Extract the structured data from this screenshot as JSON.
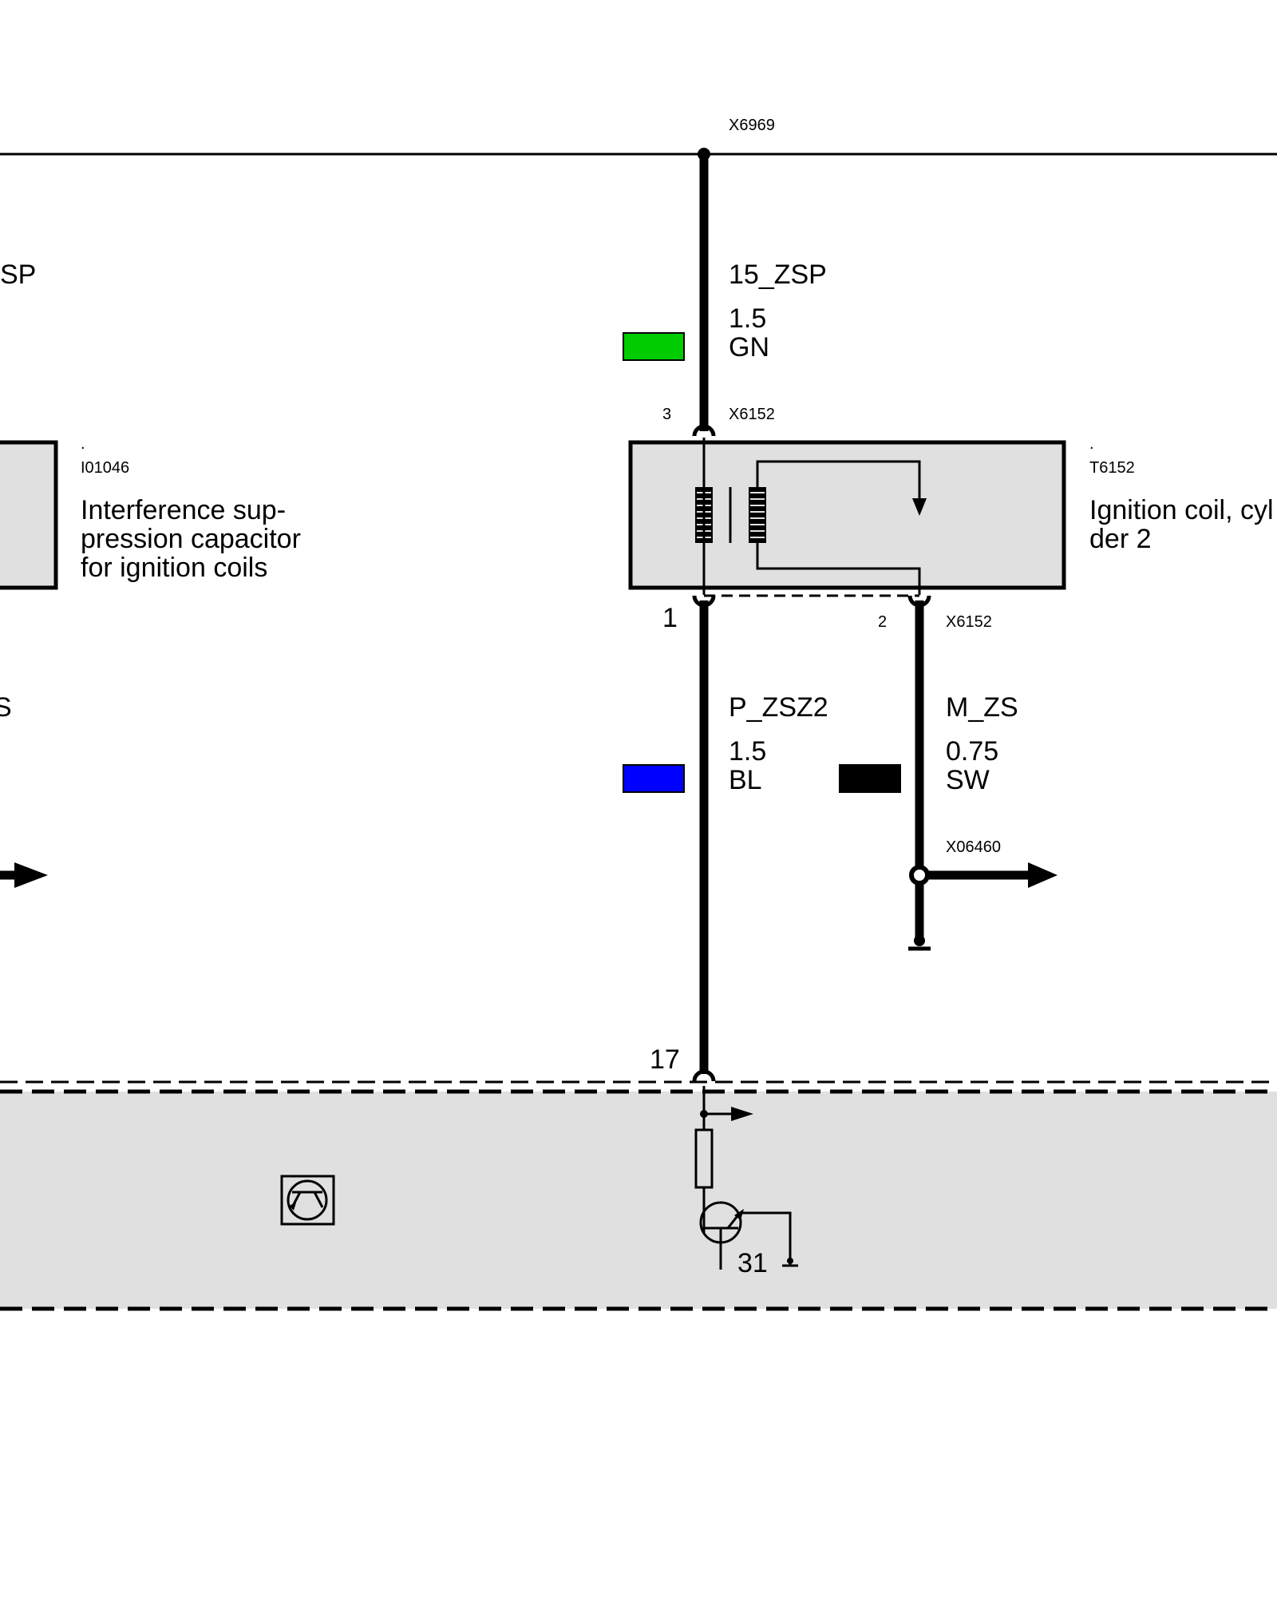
{
  "colors": {
    "GN": "#00cc00",
    "BL": "#0000ff",
    "SW": "#000000",
    "component_fill": "#e0e0e0"
  },
  "bus": {
    "connector": "X6969"
  },
  "left_partial": {
    "signal_top": "SP",
    "signal_bottom": "S",
    "component_dot": ".",
    "component_id": "I01046",
    "component_name_lines": [
      "Interference sup-",
      "pression capacitor",
      "for ignition coils"
    ]
  },
  "wire_supply": {
    "signal": "15_ZSP",
    "gauge": "1.5",
    "color": "GN",
    "pin": "3",
    "connector": "X6152"
  },
  "coil": {
    "dot": ".",
    "id": "T6152",
    "name_lines": [
      "Ignition coil, cyl",
      "der 2"
    ]
  },
  "wire_output": {
    "pin": "1",
    "signal": "P_ZSZ2",
    "gauge": "1.5",
    "color": "BL"
  },
  "wire_ground": {
    "pin": "2",
    "connector": "X6152",
    "signal": "M_ZS",
    "gauge": "0.75",
    "color": "SW",
    "junction": "X06460"
  },
  "ecu": {
    "pin": "17",
    "ground_terminal": "31"
  }
}
